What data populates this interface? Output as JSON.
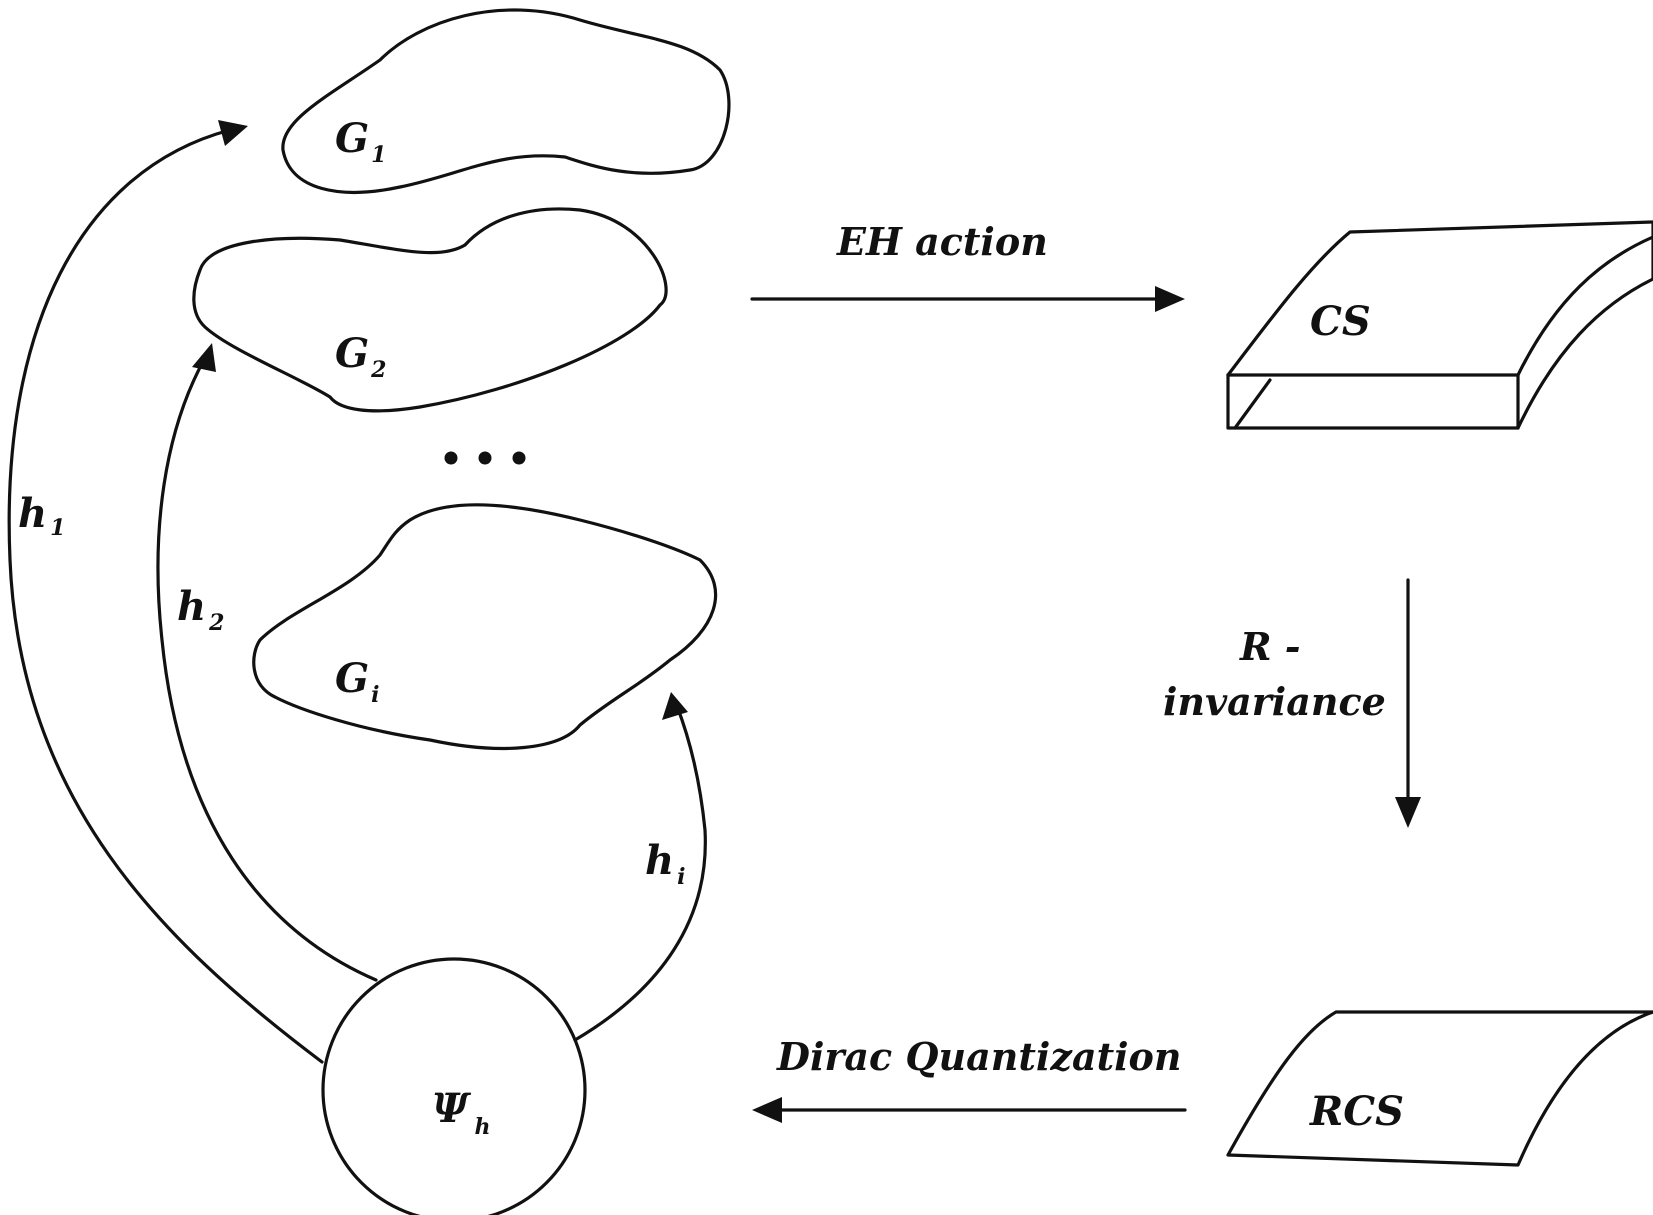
{
  "nodes": {
    "g1": {
      "base": "G",
      "sub": "1"
    },
    "g2": {
      "base": "G",
      "sub": "2"
    },
    "gi": {
      "base": "G",
      "sub": "i"
    },
    "psi": {
      "base": "Ψ",
      "sub": "h"
    },
    "cs": {
      "label": "CS"
    },
    "rcs": {
      "label": "RCS"
    }
  },
  "ellipsis": "...",
  "edges": {
    "h1": {
      "base": "h",
      "sub": "1"
    },
    "h2": {
      "base": "h",
      "sub": "2"
    },
    "hi": {
      "base": "h",
      "sub": "i"
    },
    "eh_action": {
      "label": "EH action"
    },
    "r_invariance": {
      "line1": "R -",
      "line2": "invariance"
    },
    "dirac": {
      "label": "Dirac Quantization"
    }
  },
  "colors": {
    "stroke": "#111111",
    "background": "#ffffff"
  }
}
